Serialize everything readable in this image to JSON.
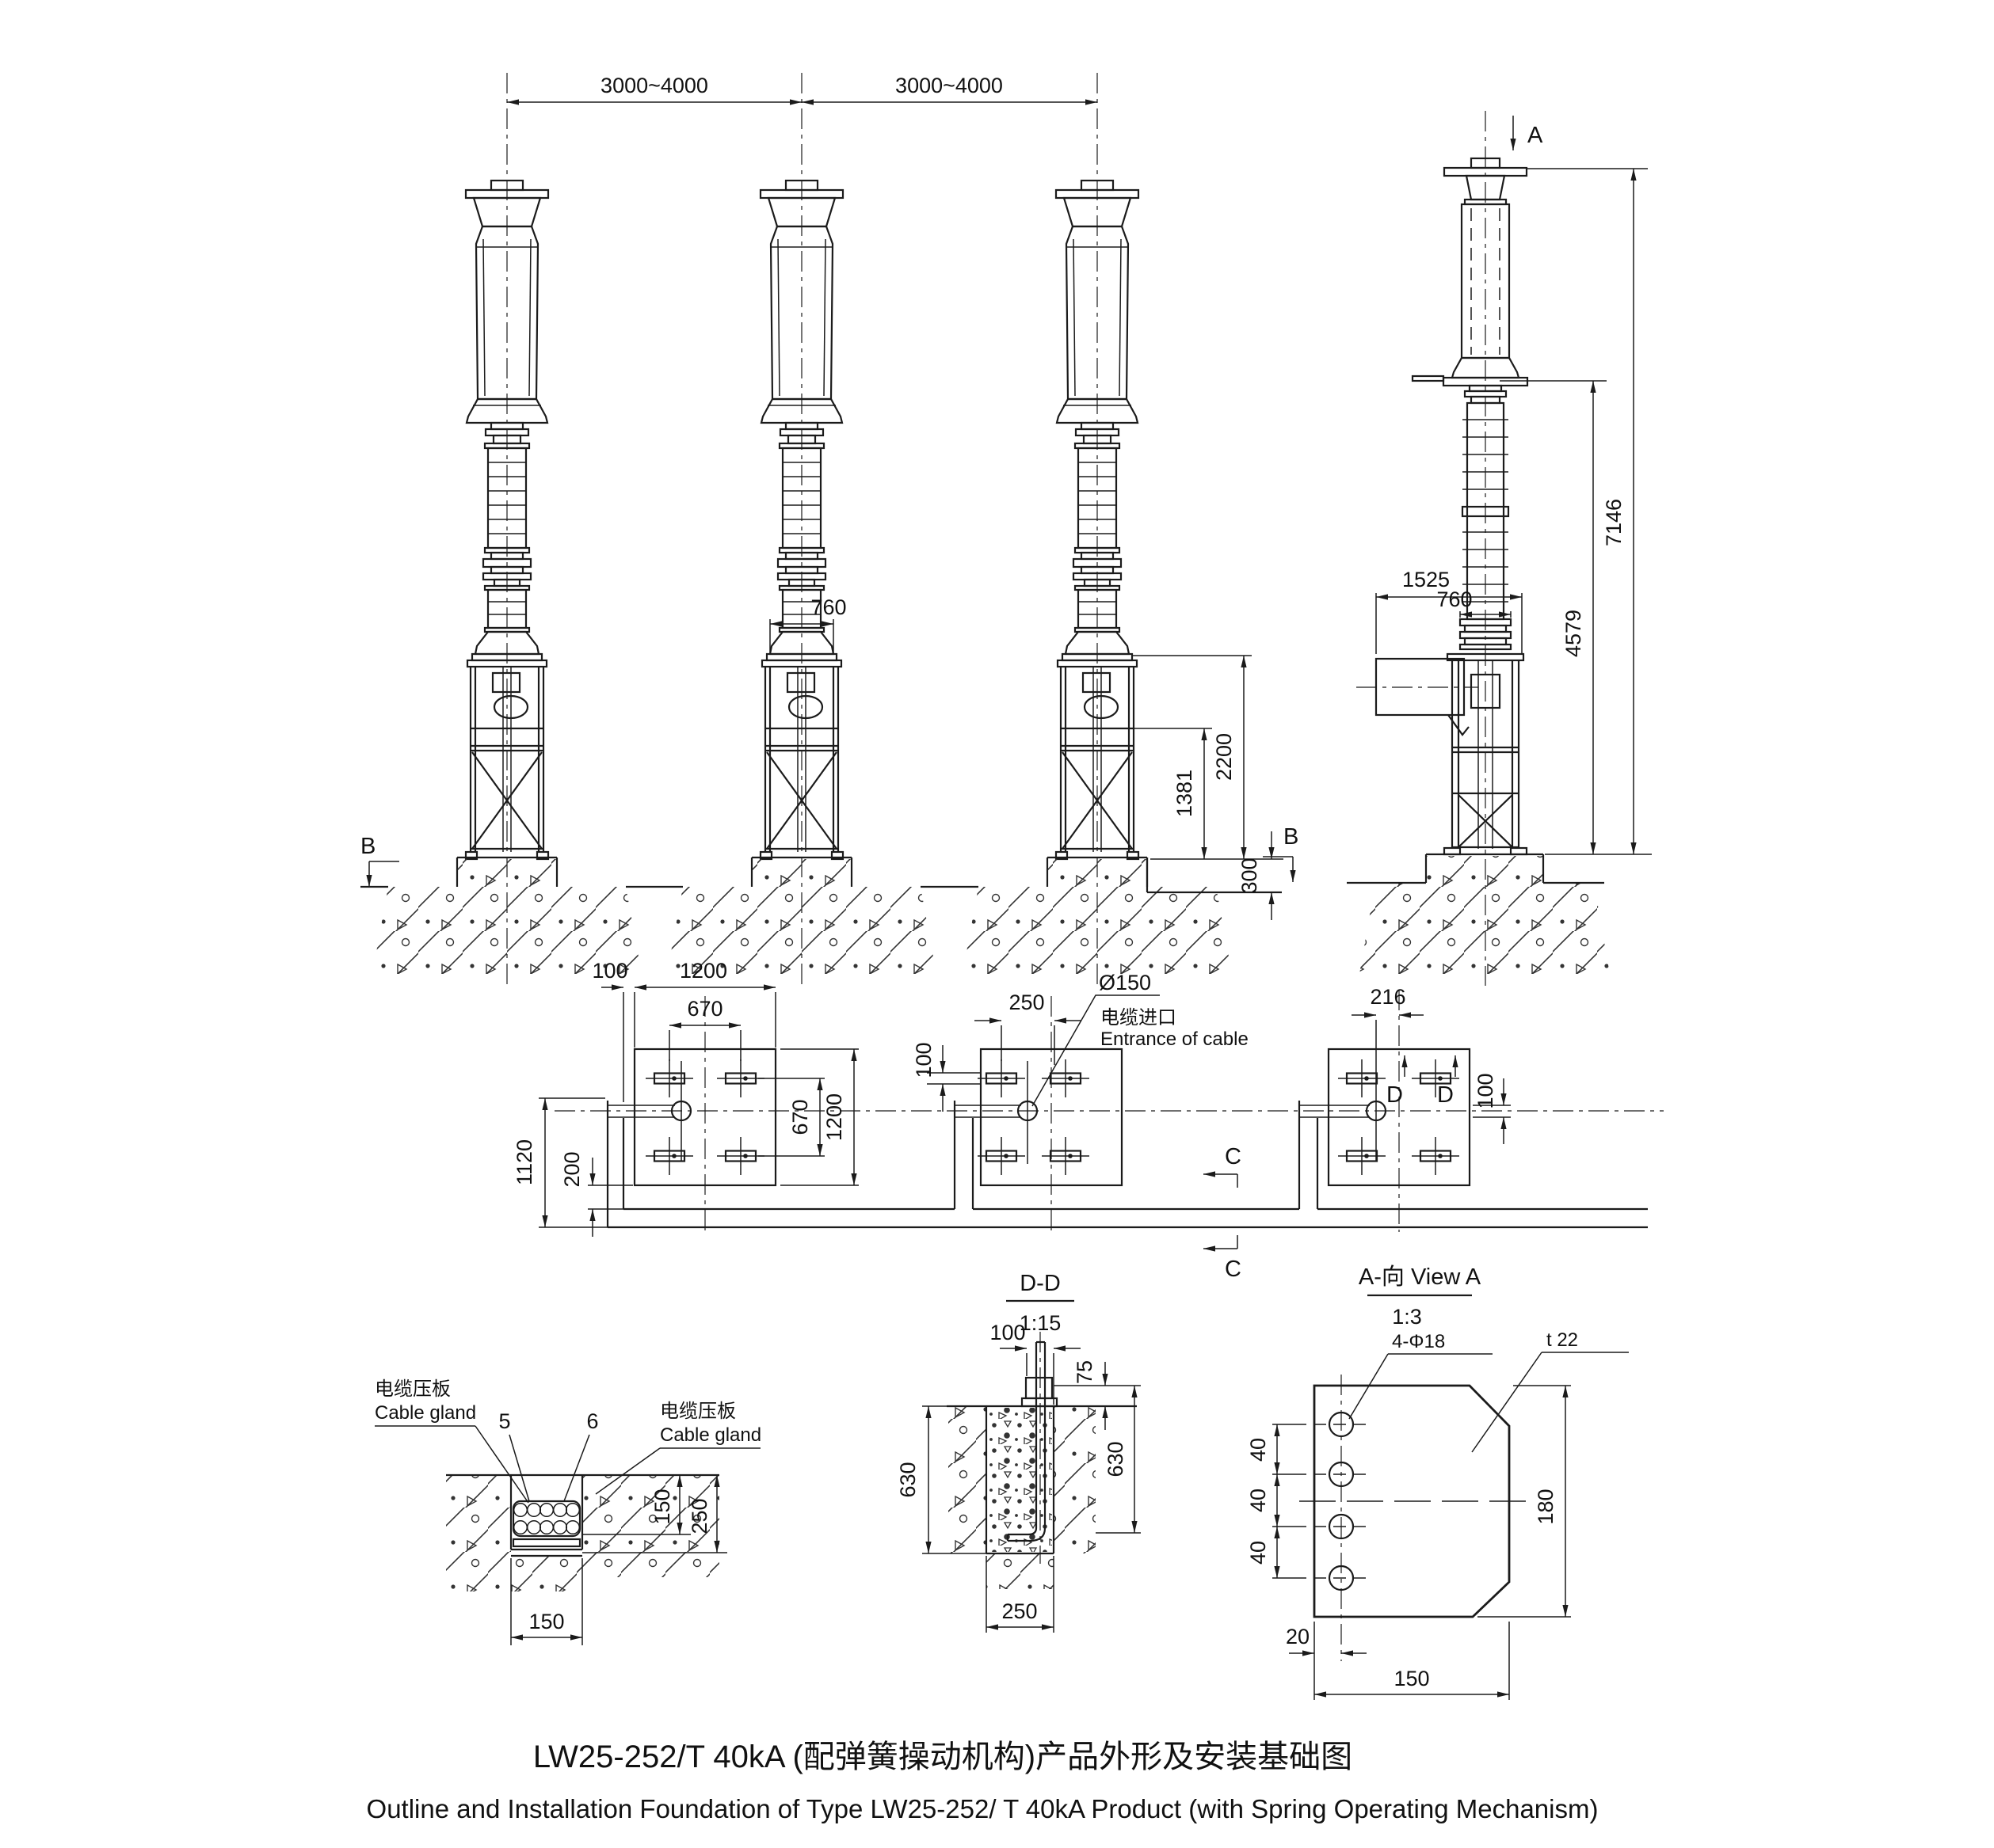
{
  "drawing": {
    "front": {
      "spacing1": "3000~4000",
      "spacing2": "3000~4000",
      "dim760": "760",
      "dim2200": "2200",
      "dim1381": "1381",
      "dim300": "300",
      "sectionB_left": "B",
      "sectionB_right": "B"
    },
    "side": {
      "viewArrow": "A",
      "dim7146": "7146",
      "dim4579": "4579",
      "dim1525": "1525",
      "dim760": "760"
    },
    "plan": {
      "dim100_left": "100",
      "dim1200_top": "1200",
      "dim670_top": "670",
      "dim670_right": "670",
      "dim1200_right": "1200",
      "dim1120": "1120",
      "dim200": "200",
      "dim250": "250",
      "dia150": "Ø150",
      "cable_cn": "电缆进口",
      "cable_en": "Entrance of cable",
      "dim100_mid": "100",
      "dim216": "216",
      "dim100_right": "100",
      "sectionC_top": "C",
      "sectionC_bottom": "C",
      "sectionD_left": "D",
      "sectionD_right": "D"
    },
    "gland": {
      "cn_left": "电缆压板",
      "en_left": "Cable gland",
      "cn_right": "电缆压板",
      "en_right": "Cable gland",
      "item5": "5",
      "item6": "6",
      "dim150_depth": "150",
      "dim250_depth": "250",
      "dim150_width": "150"
    },
    "sectionDD": {
      "title": "D-D",
      "scale": "1:15",
      "dim100": "100",
      "dim75": "75",
      "dim630_left": "630",
      "dim630_right": "630",
      "dim250": "250"
    },
    "viewA": {
      "title": "A-向 View A",
      "scale": "1:3",
      "holes": "4-Φ18",
      "thickness": "t 22",
      "dim40_1": "40",
      "dim40_2": "40",
      "dim40_3": "40",
      "dim180": "180",
      "dim20": "20",
      "dim150": "150"
    },
    "title": {
      "cn": "LW25-252/T 40kA (配弹簧操动机构)产品外形及安装基础图",
      "en": "Outline and Installation Foundation of Type LW25-252/ T 40kA Product (with Spring Operating Mechanism)"
    }
  }
}
